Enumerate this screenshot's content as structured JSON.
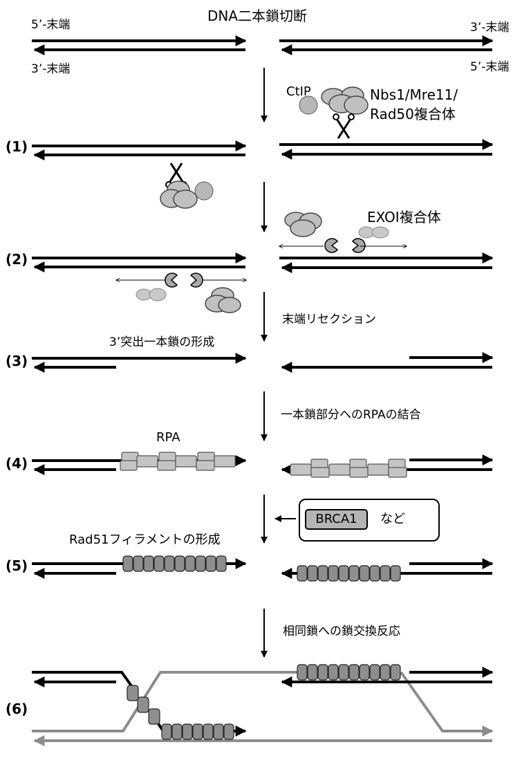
{
  "title": "DNA二本鎖切断",
  "end_labels": {
    "left_top": "5’-末端",
    "left_bottom": "3’-末端",
    "right_top": "3’-末端",
    "right_bottom": "5’-末端"
  },
  "steps": {
    "s1": "(1)",
    "s2": "(2)",
    "s3": "(3)",
    "s4": "(4)",
    "s5": "(5)",
    "s6": "(6)"
  },
  "labels": {
    "ctip": "CtIP",
    "mrn_line1": "Nbs1/Mre11/",
    "mrn_line2": "Rad50複合体",
    "exo": "EXOI複合体",
    "resection": "末端リセクション",
    "ss_formation": "3’突出一本鎖の形成",
    "rpa_binding": "一本鎖部分へのRPAの結合",
    "rpa": "RPA",
    "rad51": "Rad51フィラメントの形成",
    "strand_exchange": "相同鎖への鎖交換反応"
  },
  "brca_box": {
    "protein": "BRCA1",
    "suffix": "など"
  },
  "colors": {
    "strand": "#000000",
    "homolog_strand": "#8c8c8c",
    "protein_fill": "#b8b8b8",
    "rpa_fill": "#c4c4c4",
    "rad51_fill": "#8e8e8e"
  }
}
